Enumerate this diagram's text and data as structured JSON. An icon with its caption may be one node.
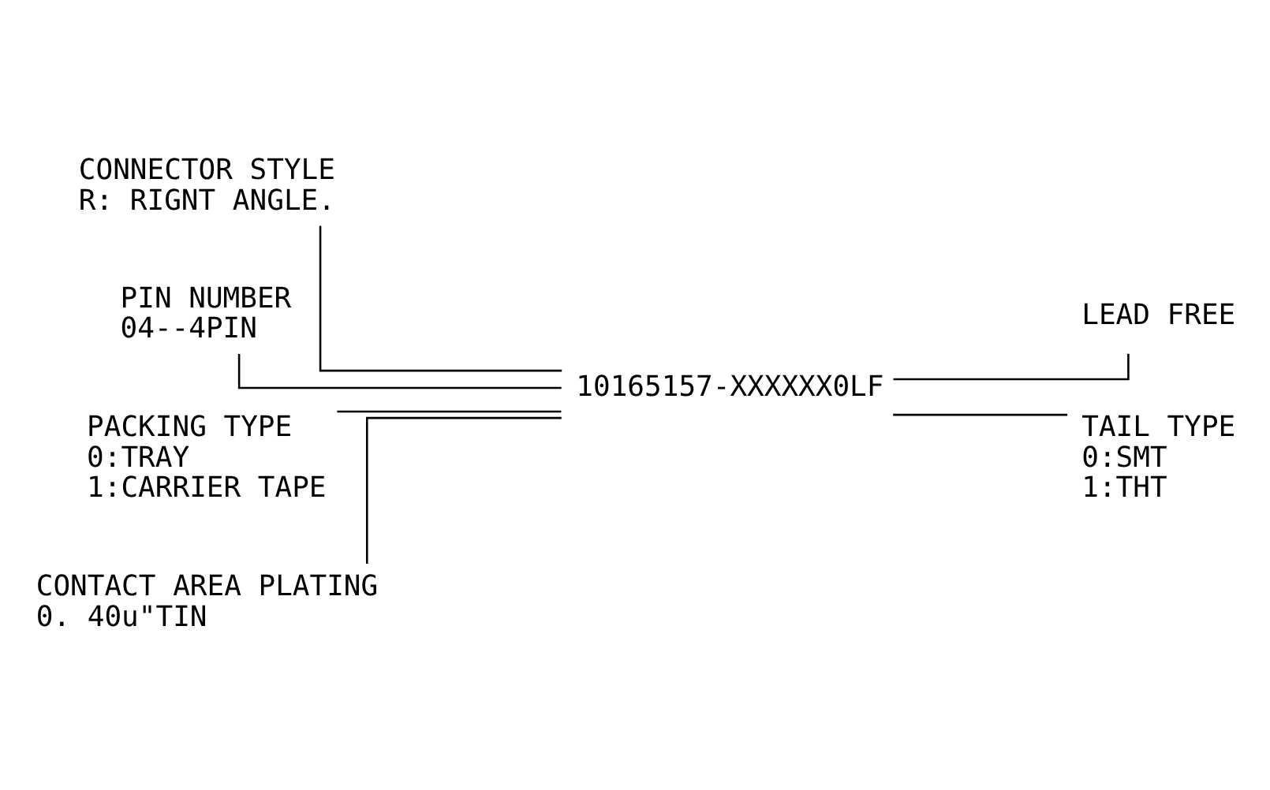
{
  "diagram": {
    "nodes": [
      {
        "text": [
          "10165157-XXXXXX0LF"
        ]
      },
      {
        "text": [
          "CONNECTOR STYLE",
          "R: RIGNT ANGLE."
        ]
      },
      {
        "text": [
          "LEAD FREE"
        ]
      },
      {
        "text": [
          "PIN NUMBER",
          "04--4PIN"
        ]
      },
      {
        "text": [
          "TAIL TYPE",
          "0:SMT",
          "1:THT"
        ]
      },
      {
        "text": [
          "PACKING TYPE",
          "0:TRAY",
          "1:CARRIER TAPE"
        ]
      },
      {
        "text": [
          "CONTACT AREA PLATING",
          "0. 40u\"TIN"
        ]
      }
    ],
    "edges": [
      {
        "from": 1,
        "to": 0,
        "arrow": "none"
      },
      {
        "from": 3,
        "to": 0,
        "arrow": "none"
      },
      {
        "from": 5,
        "to": 0,
        "arrow": "none"
      },
      {
        "from": 6,
        "to": 0,
        "arrow": "none"
      },
      {
        "from": 4,
        "to": 0,
        "arrow": "none"
      },
      {
        "from": 2,
        "to": 0,
        "arrow": "none"
      }
    ]
  }
}
